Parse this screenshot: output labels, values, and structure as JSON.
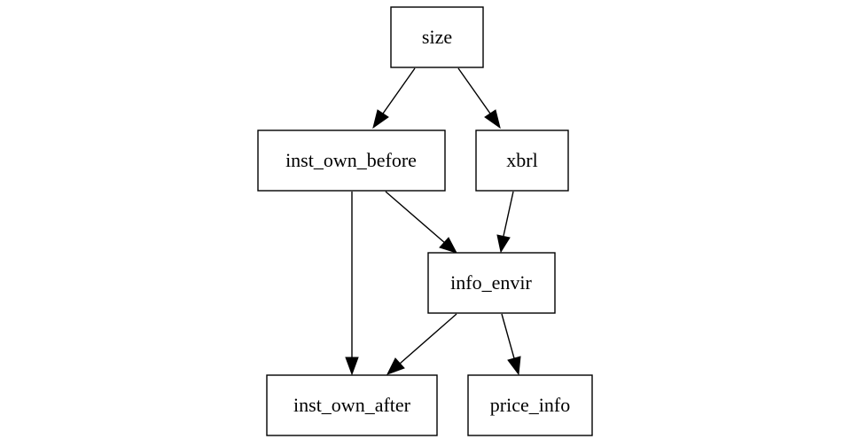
{
  "nodes": {
    "size": "size",
    "inst_own_before": "inst_own_before",
    "xbrl": "xbrl",
    "info_envir": "info_envir",
    "inst_own_after": "inst_own_after",
    "price_info": "price_info"
  },
  "edges": [
    {
      "from": "size",
      "to": "inst_own_before"
    },
    {
      "from": "size",
      "to": "xbrl"
    },
    {
      "from": "inst_own_before",
      "to": "info_envir"
    },
    {
      "from": "inst_own_before",
      "to": "inst_own_after"
    },
    {
      "from": "xbrl",
      "to": "info_envir"
    },
    {
      "from": "info_envir",
      "to": "inst_own_after"
    },
    {
      "from": "info_envir",
      "to": "price_info"
    }
  ]
}
